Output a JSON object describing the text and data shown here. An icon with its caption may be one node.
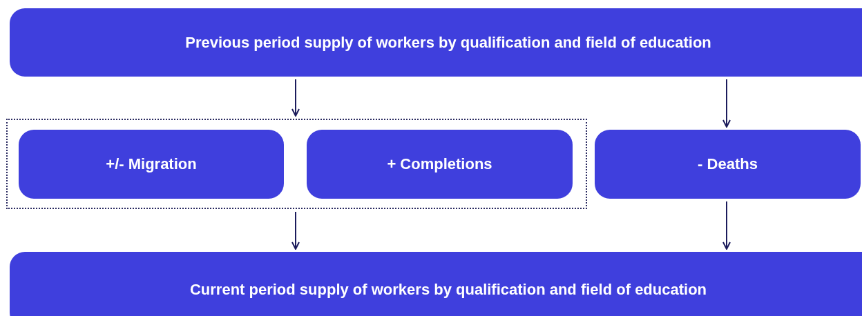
{
  "diagram": {
    "nodes": [
      {
        "text": [
          "Previous period supply of workers by qualification and field of education"
        ]
      },
      {
        "text": [],
        "shape": "box"
      },
      {
        "text": [
          "+/- Migration"
        ],
        "in": 1
      },
      {
        "text": [
          "+ Completions"
        ],
        "in": 1
      },
      {
        "text": [
          "- Deaths"
        ]
      },
      {
        "text": [
          "Current period supply of workers by qualification and field of education"
        ]
      }
    ],
    "edges": [
      {
        "from": 0,
        "to": 1,
        "arrow": "to"
      },
      {
        "from": 0,
        "to": 4,
        "arrow": "to"
      },
      {
        "from": 1,
        "to": 5,
        "arrow": "to"
      },
      {
        "from": 4,
        "to": 5,
        "arrow": "to"
      }
    ]
  }
}
